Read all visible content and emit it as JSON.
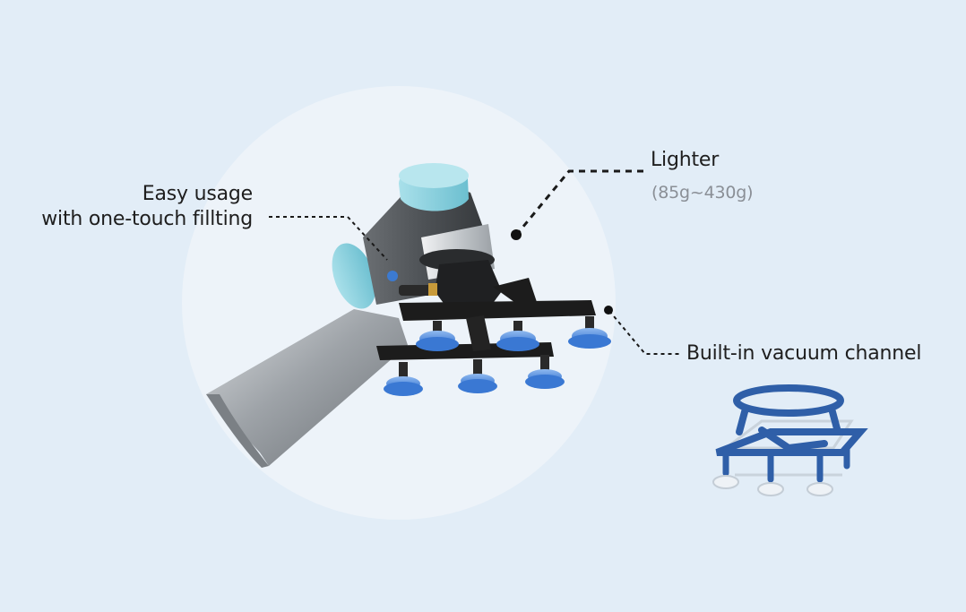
{
  "callouts": {
    "easy_usage_line1": "Easy usage",
    "easy_usage_line2": "with one-touch fillting",
    "lighter_title": "Lighter",
    "lighter_weight": "(85g~430g)",
    "vacuum": "Built-in vacuum channel"
  },
  "colors": {
    "background": "#e2edf7",
    "circle": "#edf3f9",
    "suction_cup": "#3d7fd6",
    "robot_cap": "#8ad1df",
    "gripper_frame": "#1c1c1c",
    "channel_frame": "#2f5fa8"
  },
  "images": {
    "main": "robot-arm-with-vacuum-gripper",
    "inset": "vacuum-channel-frame"
  }
}
